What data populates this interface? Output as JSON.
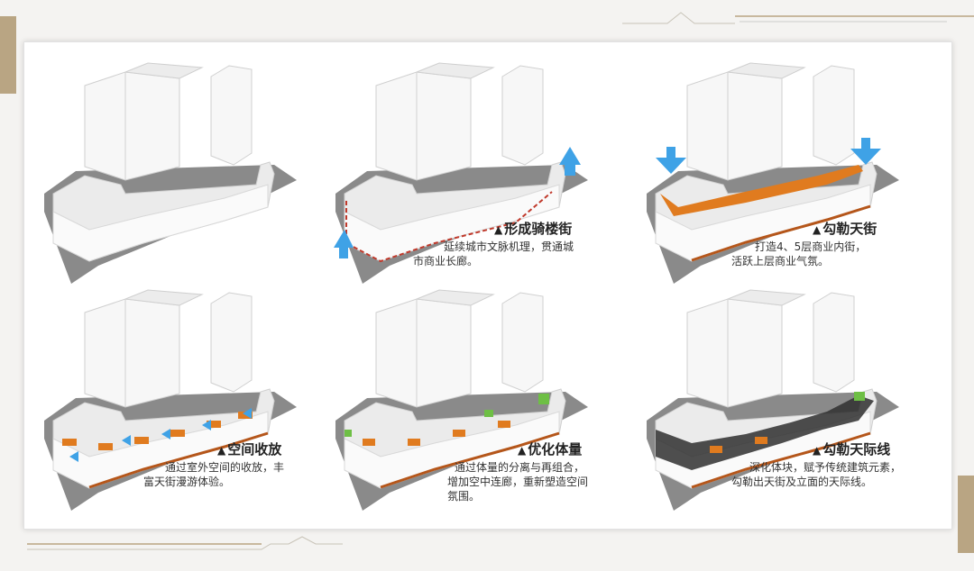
{
  "colors": {
    "accent": "#e07b1f",
    "gold": "#b9a583",
    "arrow": "#3fa2e6",
    "green": "#6ebf45",
    "dark": "#2f2f2f"
  },
  "panels": [
    {
      "title": "",
      "desc": []
    },
    {
      "title": "形成骑楼街",
      "desc": [
        "延续城市文脉机理，贯通城",
        "市商业长廊。"
      ]
    },
    {
      "title": "勾勒天街",
      "desc": [
        "打造4、5层商业内街，",
        "活跃上层商业气氛。"
      ]
    },
    {
      "title": "空间收放",
      "desc": [
        "通过室外空间的收放，丰",
        "富天街漫游体验。"
      ]
    },
    {
      "title": "优化体量",
      "desc": [
        "通过体量的分离与再组合，",
        "增加空中连廊，重新塑造空间",
        "氛围。"
      ]
    },
    {
      "title": "勾勒天际线",
      "desc": [
        "深化体块，赋予传统建筑元素，",
        "勾勒出天街及立面的天际线。"
      ]
    }
  ]
}
